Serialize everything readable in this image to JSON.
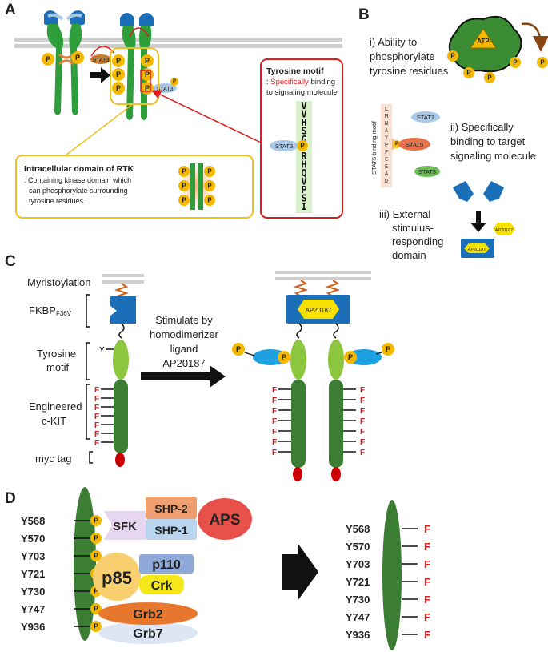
{
  "panels": {
    "a": "A",
    "b": "B",
    "c": "C",
    "d": "D"
  },
  "panel_a": {
    "stat3": "STAT3",
    "p": "P",
    "tyr_title": "Tyrosine motif",
    "tyr_sep": ": ",
    "tyr_specific": "Specifically",
    "tyr_desc1": " binding",
    "tyr_desc2": "to signaling molecule",
    "tyr_seq": [
      "V",
      "V",
      "H",
      "S",
      "G",
      "Y",
      "R",
      "H",
      "Q",
      "V",
      "P",
      "S",
      "I"
    ],
    "intra_title": "Intracellular domain of RTK",
    "intra_desc1": ": Containing kinase domain which",
    "intra_desc2": "can phosphorylate surrounding",
    "intra_desc3": "tyrosine residues."
  },
  "panel_b": {
    "i_line1": "i)   Ability to",
    "i_line2": "phosphorylate",
    "i_line3": "tyrosine residues",
    "atp": "ATP",
    "stat5_motif_label": "STAT5 binding motif",
    "stat5_seq": [
      "L",
      "M",
      "N",
      "A",
      "Y",
      "P",
      "F",
      "C",
      "E",
      "A",
      "D"
    ],
    "stat1": "STAT1",
    "stat5": "STAT5",
    "stat3": "STAT3",
    "ii_line1": "ii)   Specifically",
    "ii_line2": "binding to target",
    "ii_line3": "signaling molecule",
    "iii_line1": "iii)   External",
    "iii_line2": "stimulus-",
    "iii_line3": "responding",
    "iii_line4": "domain",
    "ap20187": "AP20187"
  },
  "panel_c": {
    "myristoylation": "Myristoylation",
    "fkbp": "FKBP",
    "fkbp_sub": "F36V",
    "tyrosine_motif_1": "Tyrosine",
    "tyrosine_motif_2": "motif",
    "engineered_1": "Engineered",
    "engineered_2": "c-KIT",
    "myc": "myc tag",
    "y": "Y",
    "f": "F",
    "stim_1": "Stimulate by",
    "stim_2": "homodimerizer",
    "stim_3": "ligand",
    "stim_4": "AP20187",
    "ap20187": "AP20187"
  },
  "panel_d": {
    "residues": [
      "Y568",
      "Y570",
      "Y703",
      "Y721",
      "Y730",
      "Y747",
      "Y936"
    ],
    "p": "P",
    "f": "F",
    "sfk": "SFK",
    "shp2": "SHP-2",
    "shp1": "SHP-1",
    "aps": "APS",
    "p85": "p85",
    "p110": "p110",
    "crk": "Crk",
    "grb2": "Grb2",
    "grb7": "Grb7"
  },
  "colors": {
    "green_dark": "#3a7d33",
    "green_light": "#8cc63f",
    "phospho": "#f5b800",
    "blue": "#1a6fb8",
    "stat": "#a8c8e8",
    "red": "#e01b1b",
    "yellow_box": "#f0c020"
  }
}
